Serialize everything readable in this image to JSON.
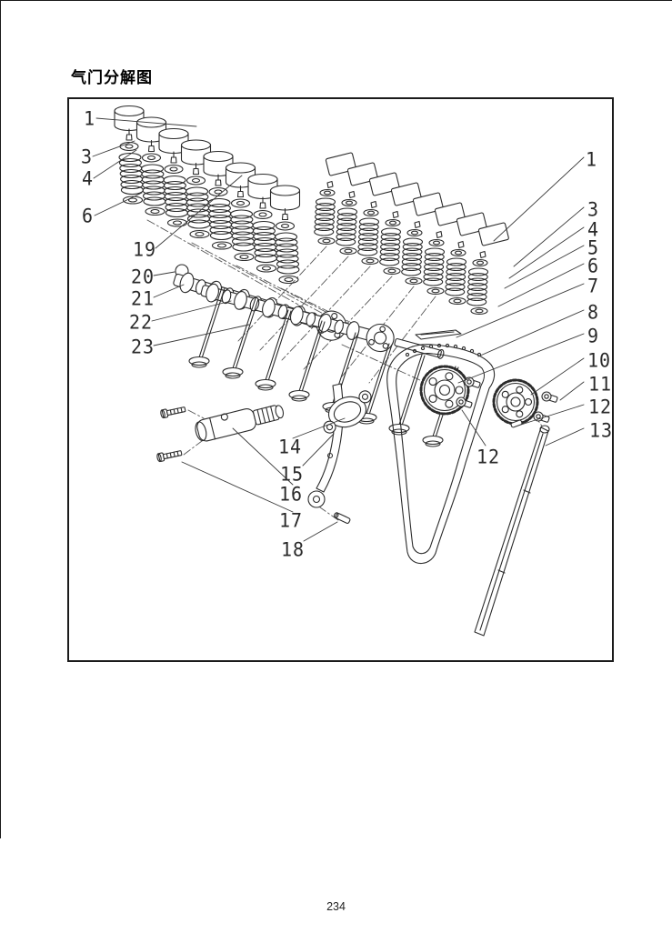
{
  "page": {
    "title": "气门分解图",
    "page_number": "234"
  },
  "colors": {
    "ink": "#2b2b2b",
    "frame_border": "#1b1b1b",
    "background": "#ffffff"
  },
  "callouts": {
    "left": [
      "1",
      "3",
      "4",
      "6",
      "19",
      "20",
      "21",
      "22",
      "23"
    ],
    "right": [
      "1",
      "3",
      "4",
      "5",
      "6",
      "7",
      "8",
      "9",
      "10",
      "11",
      "12",
      "13"
    ],
    "middle": [
      "14",
      "15",
      "16",
      "17",
      "18"
    ],
    "chain": [
      "12"
    ]
  }
}
